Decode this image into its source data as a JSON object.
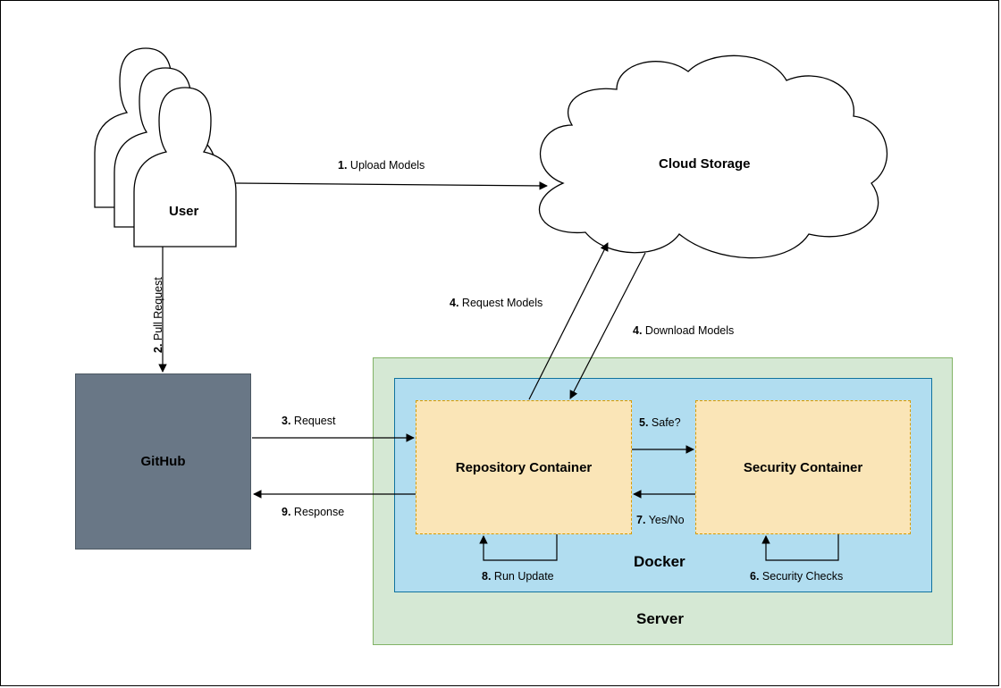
{
  "nodes": {
    "user": "User",
    "cloud": "Cloud Storage",
    "github": "GitHub",
    "repository_container": "Repository Container",
    "security_container": "Security Container",
    "docker": "Docker",
    "server": "Server"
  },
  "edges": {
    "e1": {
      "num": "1.",
      "text": "Upload Models"
    },
    "e2": {
      "num": "2.",
      "text": "Pull Request"
    },
    "e3": {
      "num": "3.",
      "text": "Request"
    },
    "e4a": {
      "num": "4.",
      "text": "Request Models"
    },
    "e4b": {
      "num": "4.",
      "text": "Download Models"
    },
    "e5": {
      "num": "5.",
      "text": "Safe?"
    },
    "e6": {
      "num": "6.",
      "text": "Security Checks"
    },
    "e7": {
      "num": "7.",
      "text": "Yes/No"
    },
    "e8": {
      "num": "8.",
      "text": "Run Update"
    },
    "e9": {
      "num": "9.",
      "text": "Response"
    }
  },
  "colors": {
    "server_fill": "#d5e8d4",
    "docker_fill": "#b1ddf0",
    "container_fill": "#fae5b7",
    "container_border": "#d79b00",
    "github_fill": "#697786"
  }
}
